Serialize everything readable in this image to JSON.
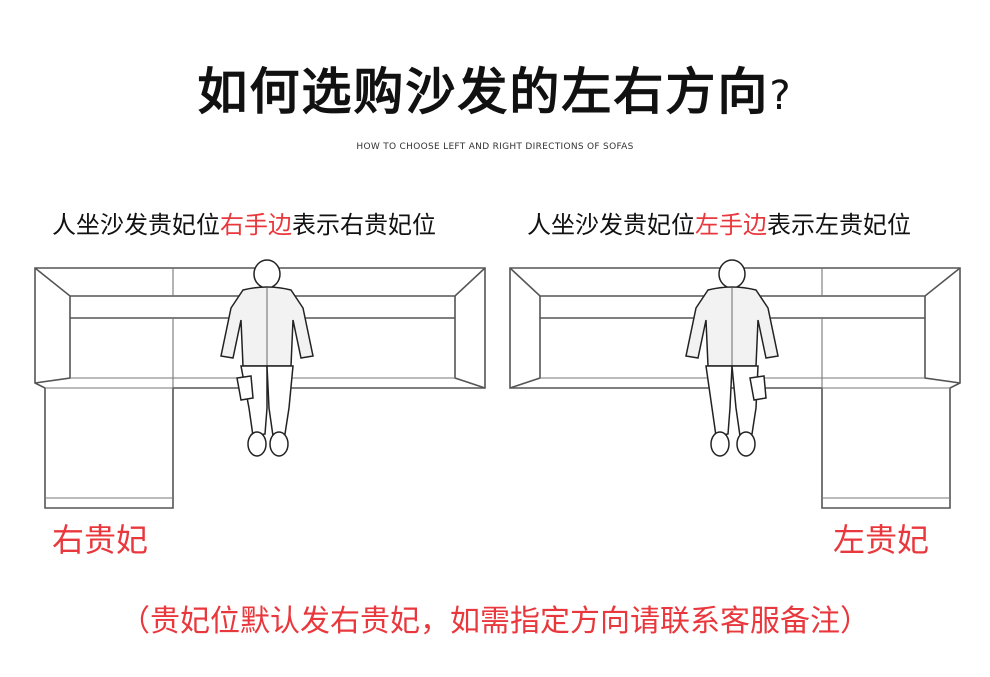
{
  "title": {
    "main": "如何选购沙发的左右方向",
    "mark": "?"
  },
  "subtitle": "HOW TO CHOOSE LEFT AND RIGHT DIRECTIONS OF SOFAS",
  "left_panel": {
    "caption_pre": "人坐沙发贵妃位",
    "caption_highlight": "右手边",
    "caption_post": "表示右贵妃位",
    "label": "右贵妃"
  },
  "right_panel": {
    "caption_pre": "人坐沙发贵妃位",
    "caption_highlight": "左手边",
    "caption_post": "表示左贵妃位",
    "label": "左贵妃"
  },
  "note": "（贵妃位默认发右贵妃，如需指定方向请联系客服备注）",
  "colors": {
    "highlight": "#e8383d",
    "text": "#111111",
    "outline": "#555555"
  },
  "icons": [
    "sofa-diagram",
    "seated-person-icon"
  ]
}
